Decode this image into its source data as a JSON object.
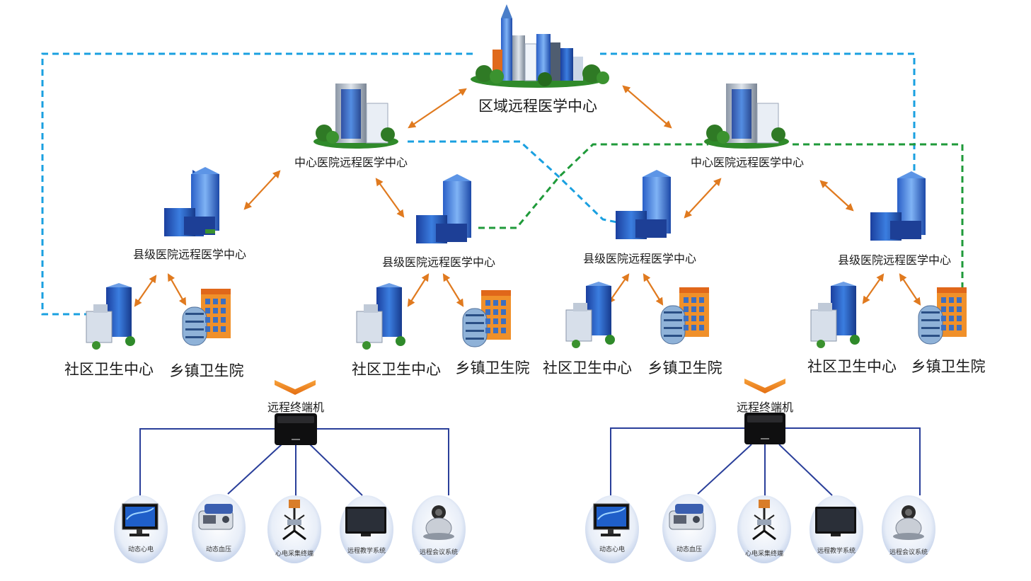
{
  "top_center": {
    "label": "区域远程医学中心"
  },
  "central_hospitals": [
    {
      "label": "中心医院远程医学中心"
    },
    {
      "label": "中心医院远程医学中心"
    }
  ],
  "county_hospitals": [
    {
      "label": "县级医院远程医学中心"
    },
    {
      "label": "县级医院远程医学中心"
    },
    {
      "label": "县级医院远程医学中心"
    },
    {
      "label": "县级医院远程医学中心"
    }
  ],
  "community_centers": [
    {
      "label": "社区卫生中心"
    },
    {
      "label": "社区卫生中心"
    },
    {
      "label": "社区卫生中心"
    },
    {
      "label": "社区卫生中心"
    }
  ],
  "township_hospitals": [
    {
      "label": "乡镇卫生院"
    },
    {
      "label": "乡镇卫生院"
    },
    {
      "label": "乡镇卫生院"
    },
    {
      "label": "乡镇卫生院"
    }
  ],
  "terminals": [
    {
      "label": "远程终端机",
      "devices": [
        {
          "label": "动态心电",
          "icon": "monitor-icon"
        },
        {
          "label": "动态血压",
          "icon": "blood-pressure-device-icon"
        },
        {
          "label": "心电采集终端",
          "icon": "ecg-stand-icon"
        },
        {
          "label": "远程教学系统",
          "icon": "tv-icon"
        },
        {
          "label": "远程会议系统",
          "icon": "webcam-icon"
        }
      ]
    },
    {
      "label": "远程终端机",
      "devices": [
        {
          "label": "动态心电",
          "icon": "monitor-icon"
        },
        {
          "label": "动态血压",
          "icon": "blood-pressure-device-icon"
        },
        {
          "label": "心电采集终端",
          "icon": "ecg-stand-icon"
        },
        {
          "label": "远程教学系统",
          "icon": "tv-icon"
        },
        {
          "label": "远程会议系统",
          "icon": "webcam-icon"
        }
      ]
    }
  ],
  "colors": {
    "arrow": "#e07a1f",
    "blue_dashed": "#1aa0e0",
    "green_dashed": "#1f9a3a",
    "device_line": "#2a3f9a"
  }
}
